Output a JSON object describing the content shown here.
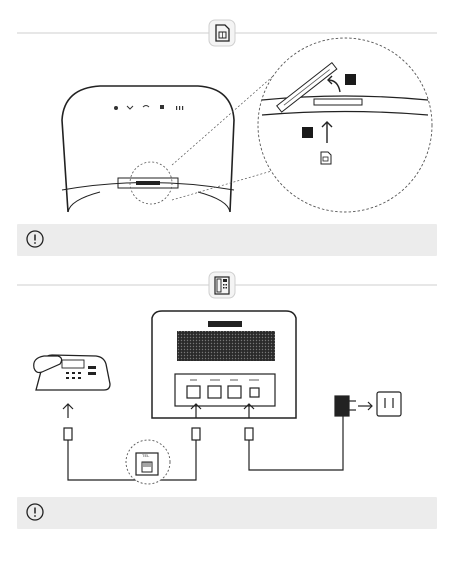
{
  "sections": [
    {
      "id": "sim",
      "icon": "sim-card-icon"
    },
    {
      "id": "phone",
      "icon": "telephone-icon"
    }
  ],
  "callouts": {
    "tel_label": "TEL"
  },
  "notices": [
    {
      "icon": "warning-icon",
      "text": ""
    },
    {
      "icon": "warning-icon",
      "text": ""
    }
  ],
  "colors": {
    "line": "#222222",
    "divider": "#cfcfcf",
    "notice_bg": "#ececec",
    "badge": "#1a1a1a"
  }
}
